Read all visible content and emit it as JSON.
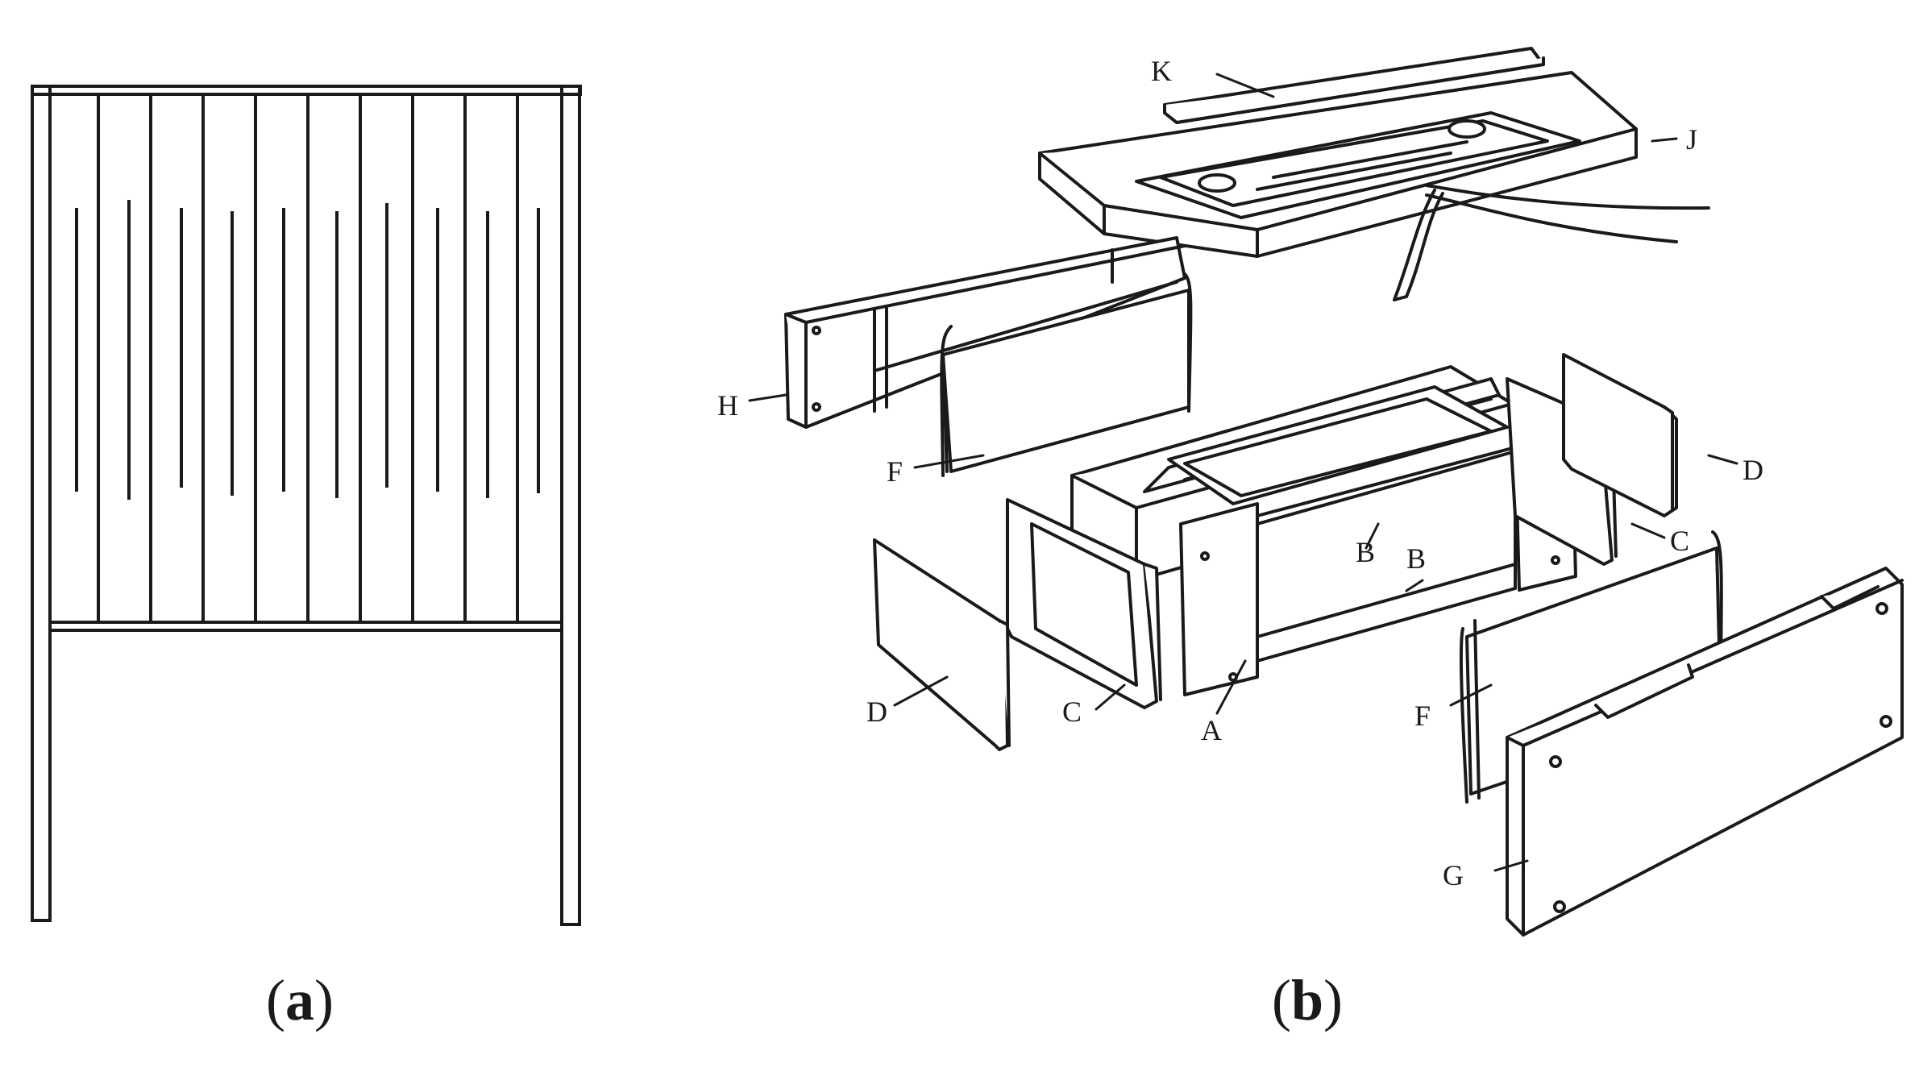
{
  "panels": [
    {
      "id": "a",
      "caption_open": "(",
      "caption_letter": "a",
      "caption_close": ")"
    },
    {
      "id": "b",
      "caption_open": "(",
      "caption_letter": "b",
      "caption_close": ")"
    }
  ],
  "part_labels": {
    "K": "K",
    "J": "J",
    "H": "H",
    "F_top": "F",
    "D_right": "D",
    "C_right": "C",
    "B_upper": "B",
    "B_lower": "B",
    "D_left": "D",
    "C_left": "C",
    "A": "A",
    "F_bottom": "F",
    "G": "G"
  },
  "colors": {
    "ink": "#1a1a1a",
    "background": "#ffffff"
  }
}
